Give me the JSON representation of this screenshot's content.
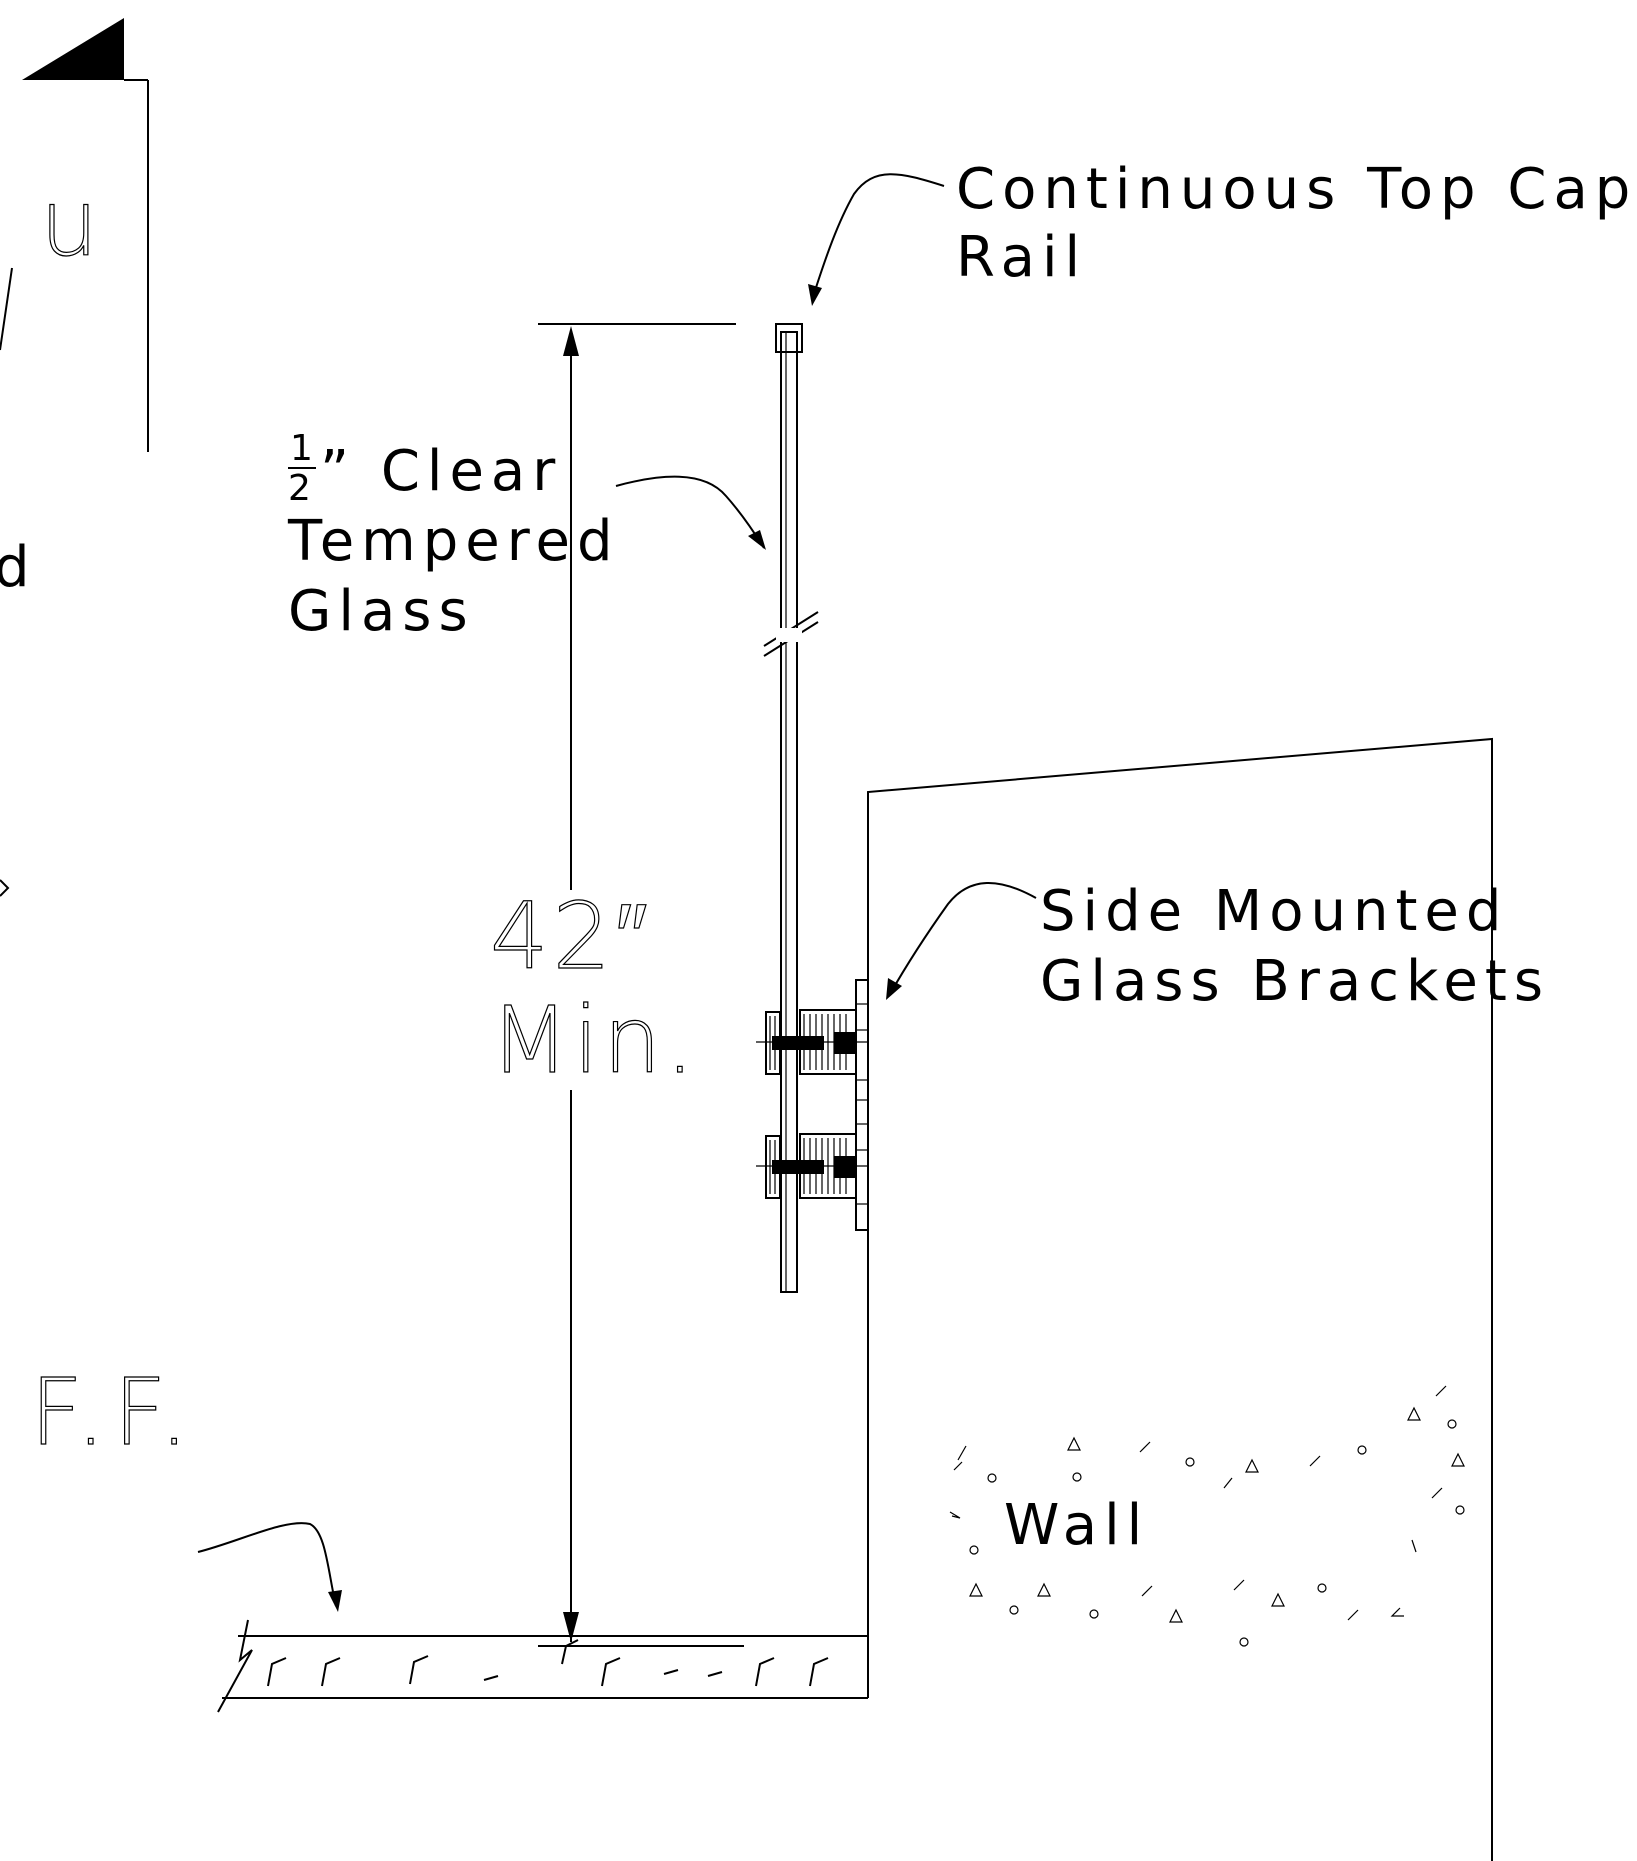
{
  "labels": {
    "top_cap_line1": "Continuous Top Cap",
    "top_cap_line2": "Rail",
    "glass_fraction_num": "1",
    "glass_fraction_den": "2",
    "glass_line1_rest": "” Clear",
    "glass_line2": "Tempered",
    "glass_line3": "Glass",
    "brackets_line1": "Side Mounted",
    "brackets_line2": "Glass Brackets",
    "wall": "Wall",
    "ff": "F.F.",
    "left_partial_u": "u",
    "left_partial_d": "d"
  },
  "dimension": {
    "value": "42″",
    "qualifier": "Min."
  },
  "colors": {
    "line": "#000000",
    "background": "#ffffff"
  }
}
